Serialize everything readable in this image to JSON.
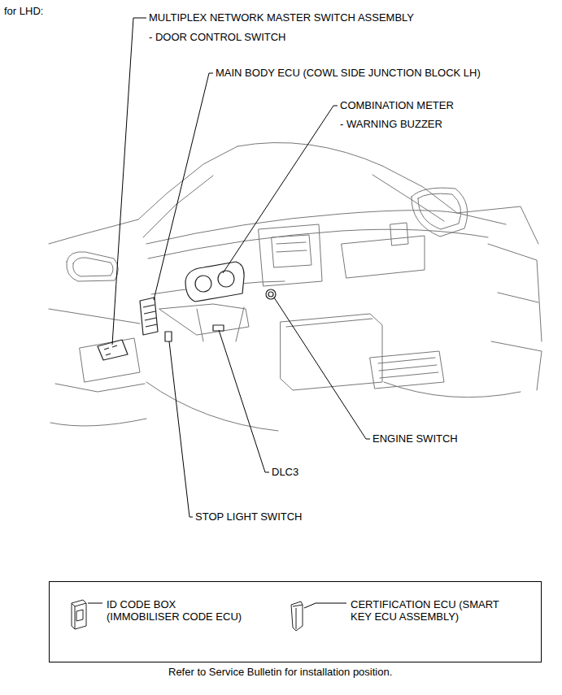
{
  "diagram": {
    "title": "for LHD:",
    "nodes": [
      {
        "text": [
          "ID CODE BOX (IMMOBILISER CODE ECU)",
          "CERTIFICATION ECU (SMART KEY ECU ASSEMBLY)"
        ]
      }
    ],
    "labels": [
      "MULTIPLEX NETWORK MASTER SWITCH ASSEMBLY",
      "- DOOR CONTROL SWITCH",
      "MAIN BODY ECU (COWL SIDE JUNCTION BLOCK LH)",
      "COMBINATION METER",
      "- WARNING BUZZER",
      "ENGINE SWITCH",
      "DLC3",
      "STOP LIGHT SWITCH",
      "Refer to Service Bulletin for installation position."
    ]
  }
}
